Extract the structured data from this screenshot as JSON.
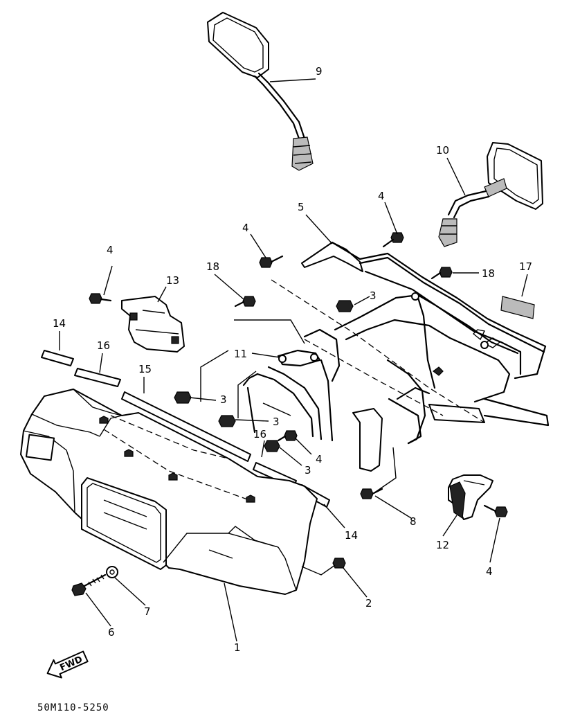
{
  "diagram": {
    "part_labels": [
      "1",
      "2",
      "3",
      "4",
      "5",
      "6",
      "7",
      "8",
      "9",
      "10",
      "11",
      "12",
      "13",
      "14",
      "15",
      "16",
      "17",
      "18"
    ],
    "callouts": [
      {
        "id": "9",
        "part": "9"
      },
      {
        "id": "10",
        "part": "10"
      },
      {
        "id": "5",
        "part": "5"
      },
      {
        "id": "4a",
        "part": "4"
      },
      {
        "id": "4b",
        "part": "4"
      },
      {
        "id": "4c",
        "part": "4"
      },
      {
        "id": "4d",
        "part": "4"
      },
      {
        "id": "4e",
        "part": "4"
      },
      {
        "id": "18a",
        "part": "18"
      },
      {
        "id": "18b",
        "part": "18"
      },
      {
        "id": "17",
        "part": "17"
      },
      {
        "id": "13",
        "part": "13"
      },
      {
        "id": "3a",
        "part": "3"
      },
      {
        "id": "3b",
        "part": "3"
      },
      {
        "id": "3c",
        "part": "3"
      },
      {
        "id": "3d",
        "part": "3"
      },
      {
        "id": "11",
        "part": "11"
      },
      {
        "id": "14a",
        "part": "14"
      },
      {
        "id": "14b",
        "part": "14"
      },
      {
        "id": "16a",
        "part": "16"
      },
      {
        "id": "16b",
        "part": "16"
      },
      {
        "id": "15",
        "part": "15"
      },
      {
        "id": "8",
        "part": "8"
      },
      {
        "id": "12",
        "part": "12"
      },
      {
        "id": "2",
        "part": "2"
      },
      {
        "id": "7",
        "part": "7"
      },
      {
        "id": "6",
        "part": "6"
      },
      {
        "id": "1",
        "part": "1"
      }
    ],
    "direction_label": "FWD",
    "drawing_code": "50M110-5250"
  }
}
